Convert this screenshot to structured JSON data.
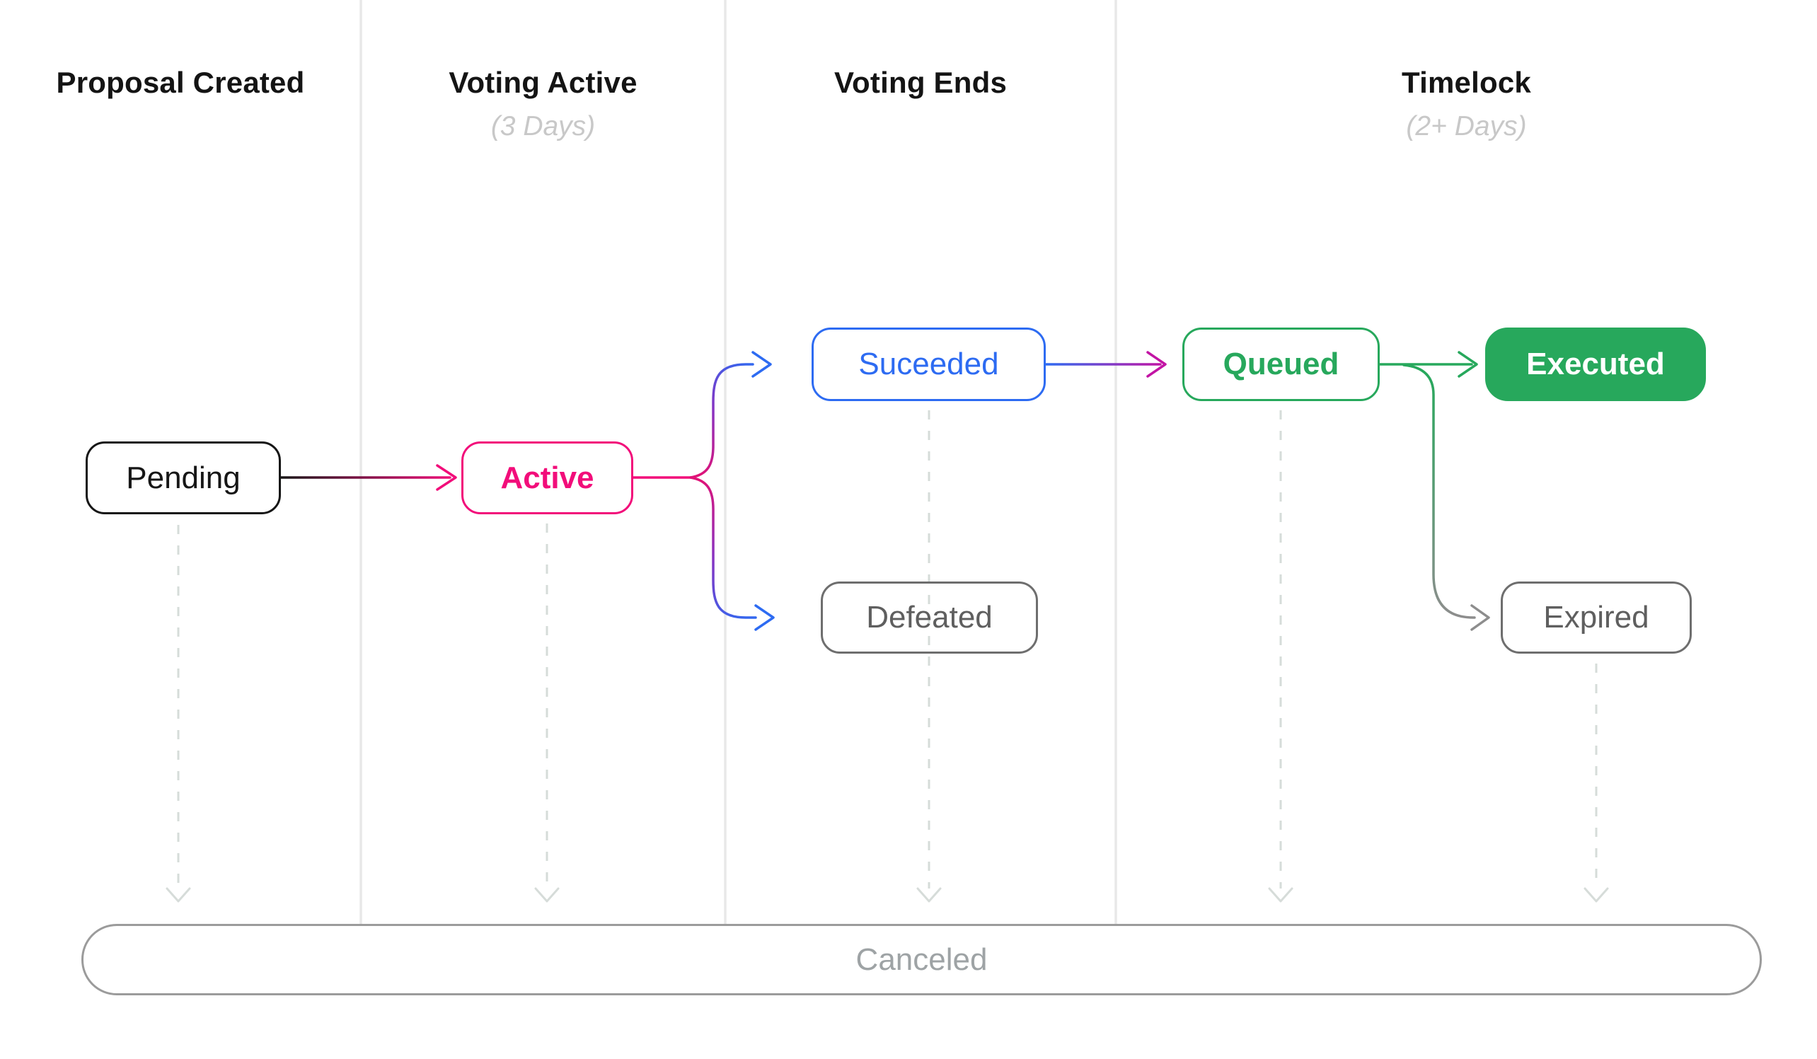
{
  "diagram": {
    "columns": [
      {
        "title": "Proposal Created",
        "subtitle": ""
      },
      {
        "title": "Voting Active",
        "subtitle": "(3 Days)"
      },
      {
        "title": "Voting Ends",
        "subtitle": ""
      },
      {
        "title": "Timelock",
        "subtitle": "(2+ Days)"
      }
    ],
    "states": {
      "pending": "Pending",
      "active": "Active",
      "succeeded": "Suceeded",
      "defeated": "Defeated",
      "queued": "Queued",
      "executed": "Executed",
      "expired": "Expired",
      "canceled": "Canceled"
    },
    "edges": [
      {
        "from": "Pending",
        "to": "Active",
        "style": "solid"
      },
      {
        "from": "Active",
        "to": "Suceeded",
        "style": "solid"
      },
      {
        "from": "Active",
        "to": "Defeated",
        "style": "solid"
      },
      {
        "from": "Suceeded",
        "to": "Queued",
        "style": "solid"
      },
      {
        "from": "Queued",
        "to": "Executed",
        "style": "solid"
      },
      {
        "from": "Queued",
        "to": "Expired",
        "style": "solid"
      },
      {
        "from": "Pending",
        "to": "Canceled",
        "style": "dashed"
      },
      {
        "from": "Active",
        "to": "Canceled",
        "style": "dashed"
      },
      {
        "from": "Suceeded",
        "to": "Canceled",
        "style": "dashed"
      },
      {
        "from": "Queued",
        "to": "Canceled",
        "style": "dashed"
      },
      {
        "from": "Expired",
        "to": "Canceled",
        "style": "dashed"
      }
    ],
    "colors": {
      "black": "#161616",
      "pink": "#F20D7A",
      "blue": "#2D6BF2",
      "purple": "#8833C2",
      "magenta": "#C214A4",
      "green": "#27A85C",
      "gray_box": "#6E6E6E",
      "gray_text": "#5F5F5F",
      "gray_arrow": "#8D8D8D",
      "column_line": "#E8E8E8",
      "dashed_line": "#D6DCD9",
      "canceled_border": "#9B9B9B",
      "canceled_text": "#9EA3A5",
      "subtitle": "#C8C8C8"
    }
  }
}
